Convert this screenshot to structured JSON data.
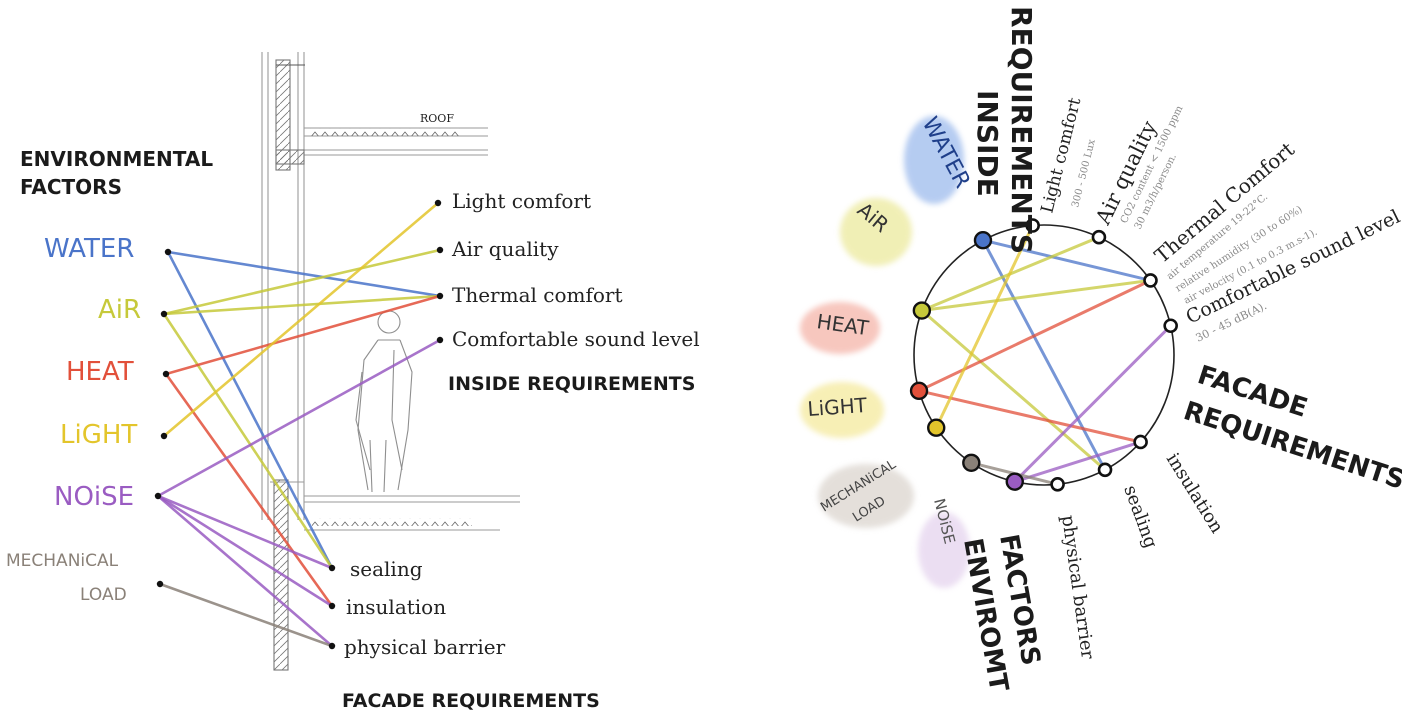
{
  "left": {
    "roof_label": "ROOF",
    "env_title": [
      "ENVIRONMENTAL",
      "FACTORS"
    ],
    "factors": [
      {
        "key": "water",
        "label": "WATER",
        "color": "#4a74c9"
      },
      {
        "key": "air",
        "label": "AiR",
        "color": "#c6c93a"
      },
      {
        "key": "heat",
        "label": "HEAT",
        "color": "#e2503a"
      },
      {
        "key": "light",
        "label": "LiGHT",
        "color": "#e3c52b"
      },
      {
        "key": "noise",
        "label": "NOiSE",
        "color": "#9a5cc2"
      },
      {
        "key": "mech",
        "label": [
          "MECHANiCAL",
          "LOAD"
        ],
        "color": "#8a8178"
      }
    ],
    "inside": [
      {
        "key": "light",
        "label": "Light comfort"
      },
      {
        "key": "air",
        "label": "Air quality"
      },
      {
        "key": "thermal",
        "label": "Thermal comfort"
      },
      {
        "key": "sound",
        "label": "Comfortable sound level"
      }
    ],
    "inside_title": "INSIDE REQUIREMENTS",
    "facade": [
      {
        "key": "sealing",
        "label": "sealing"
      },
      {
        "key": "insulation",
        "label": "insulation"
      },
      {
        "key": "barrier",
        "label": "physical barrier"
      }
    ],
    "facade_title": "FACADE REQUIREMENTS"
  },
  "right": {
    "inside_title": [
      "INSIDE",
      "REQUIREMENTS"
    ],
    "facade_title": [
      "FACADE",
      "REQUIREMENTS"
    ],
    "env_title": [
      "ENVIROMT",
      "FACTORS"
    ],
    "factors": [
      {
        "key": "water",
        "label": "WATER",
        "color": "#4a74c9"
      },
      {
        "key": "air",
        "label": "AiR",
        "color": "#c6c93a"
      },
      {
        "key": "heat",
        "label": "HEAT",
        "color": "#e2503a"
      },
      {
        "key": "light",
        "label": "LiGHT",
        "color": "#e3c52b"
      },
      {
        "key": "mech",
        "label": [
          "MECHANiCAL",
          "LOAD"
        ],
        "color": "#8a8178"
      },
      {
        "key": "noise",
        "label": "NOiSE",
        "color": "#9a5cc2"
      }
    ],
    "inside": [
      {
        "key": "light",
        "label": "Light comfort",
        "note": "300 - 500 Lux"
      },
      {
        "key": "air",
        "label": "Air quality",
        "note": [
          "CO2 content < 1500 ppm",
          "30 m3/h/person."
        ]
      },
      {
        "key": "thermal",
        "label": "Thermal Comfort",
        "note": [
          "air temperature 19-22°C.",
          "relative humidity (30 to 60%)",
          "air velocity (0.1 to 0.3 m.s-1)."
        ]
      },
      {
        "key": "sound",
        "label": "Comfortable sound level",
        "note": "30 - 45 dB(A)."
      }
    ],
    "facade": [
      {
        "key": "insulation",
        "label": "insulation"
      },
      {
        "key": "sealing",
        "label": "sealing"
      },
      {
        "key": "barrier",
        "label": "physical barrier"
      }
    ]
  }
}
